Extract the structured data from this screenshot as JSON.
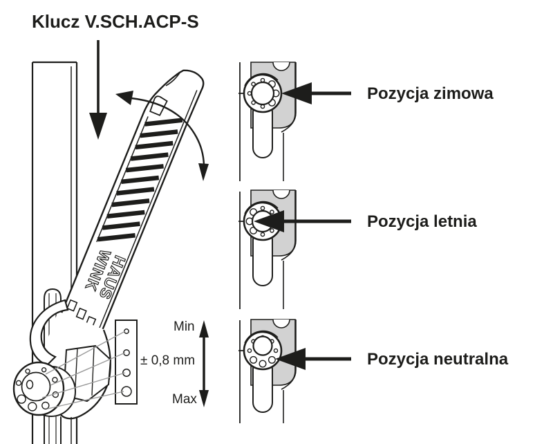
{
  "title": "Klucz V.SCH.ACP-S",
  "key_tool": {
    "brand_line1": "WINK",
    "brand_line2": "HAUS"
  },
  "adjustment_scale": {
    "min_label": "Min",
    "range_label": "± 0,8 mm",
    "max_label": "Max"
  },
  "positions": [
    {
      "id": "winter",
      "label": "Pozycja zimowa"
    },
    {
      "id": "summer",
      "label": "Pozycja letnia"
    },
    {
      "id": "neutral",
      "label": "Pozycja neutralna"
    }
  ],
  "colors": {
    "line": "#1d1d1b",
    "plate_gray": "#d2d2d2",
    "connector_gray": "#999999",
    "background": "#ffffff"
  }
}
